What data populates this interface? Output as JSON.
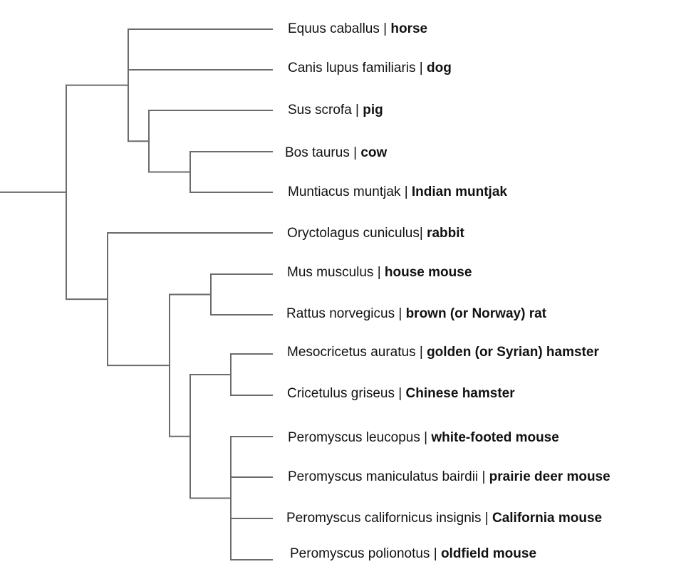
{
  "tree": {
    "leaves": [
      {
        "id": "horse",
        "scientific": "Equus caballus ",
        "separator": "| ",
        "common": "horse"
      },
      {
        "id": "dog",
        "scientific": "Canis lupus familiaris ",
        "separator": "| ",
        "common": "dog"
      },
      {
        "id": "pig",
        "scientific": "Sus scrofa ",
        "separator": "| ",
        "common": "pig"
      },
      {
        "id": "cow",
        "scientific": "Bos taurus ",
        "separator": "| ",
        "common": "cow"
      },
      {
        "id": "muntjak",
        "scientific": "Muntiacus muntjak ",
        "separator": "| ",
        "common": "Indian muntjak"
      },
      {
        "id": "rabbit",
        "scientific": "Oryctolagus cuniculus",
        "separator": "| ",
        "common": "rabbit"
      },
      {
        "id": "mouse",
        "scientific": "Mus musculus ",
        "separator": "| ",
        "common": "house mouse"
      },
      {
        "id": "rat",
        "scientific": "Rattus norvegicus ",
        "separator": "| ",
        "common": "brown (or Norway) rat"
      },
      {
        "id": "golden-hamster",
        "scientific": "Mesocricetus auratus ",
        "separator": "| ",
        "common": "golden (or Syrian) hamster"
      },
      {
        "id": "chinese-hamster",
        "scientific": "Cricetulus griseus ",
        "separator": "| ",
        "common": "Chinese hamster"
      },
      {
        "id": "white-footed",
        "scientific": "Peromyscus leucopus ",
        "separator": "| ",
        "common": "white-footed mouse"
      },
      {
        "id": "prairie-deer",
        "scientific": "Peromyscus maniculatus bairdii ",
        "separator": "| ",
        "common": "prairie deer mouse"
      },
      {
        "id": "california",
        "scientific": "Peromyscus californicus insignis ",
        "separator": "| ",
        "common": "California mouse"
      },
      {
        "id": "oldfield",
        "scientific": "Peromyscus polionotus ",
        "separator": "| ",
        "common": "oldfield mouse"
      }
    ],
    "topology": {
      "children": [
        {
          "children": [
            "horse",
            "dog",
            {
              "children": [
                "pig",
                {
                  "children": [
                    "cow",
                    "muntjak"
                  ]
                }
              ]
            }
          ]
        },
        {
          "children": [
            "rabbit",
            {
              "children": [
                {
                  "children": [
                    "mouse",
                    "rat"
                  ]
                },
                {
                  "children": [
                    {
                      "children": [
                        "golden-hamster",
                        "chinese-hamster"
                      ]
                    },
                    {
                      "children": [
                        "white-footed",
                        "prairie-deer",
                        "california",
                        "oldfield"
                      ]
                    }
                  ]
                }
              ]
            }
          ]
        }
      ]
    },
    "colors": {
      "branch": "#6b6b6b",
      "text": "#111111"
    }
  }
}
